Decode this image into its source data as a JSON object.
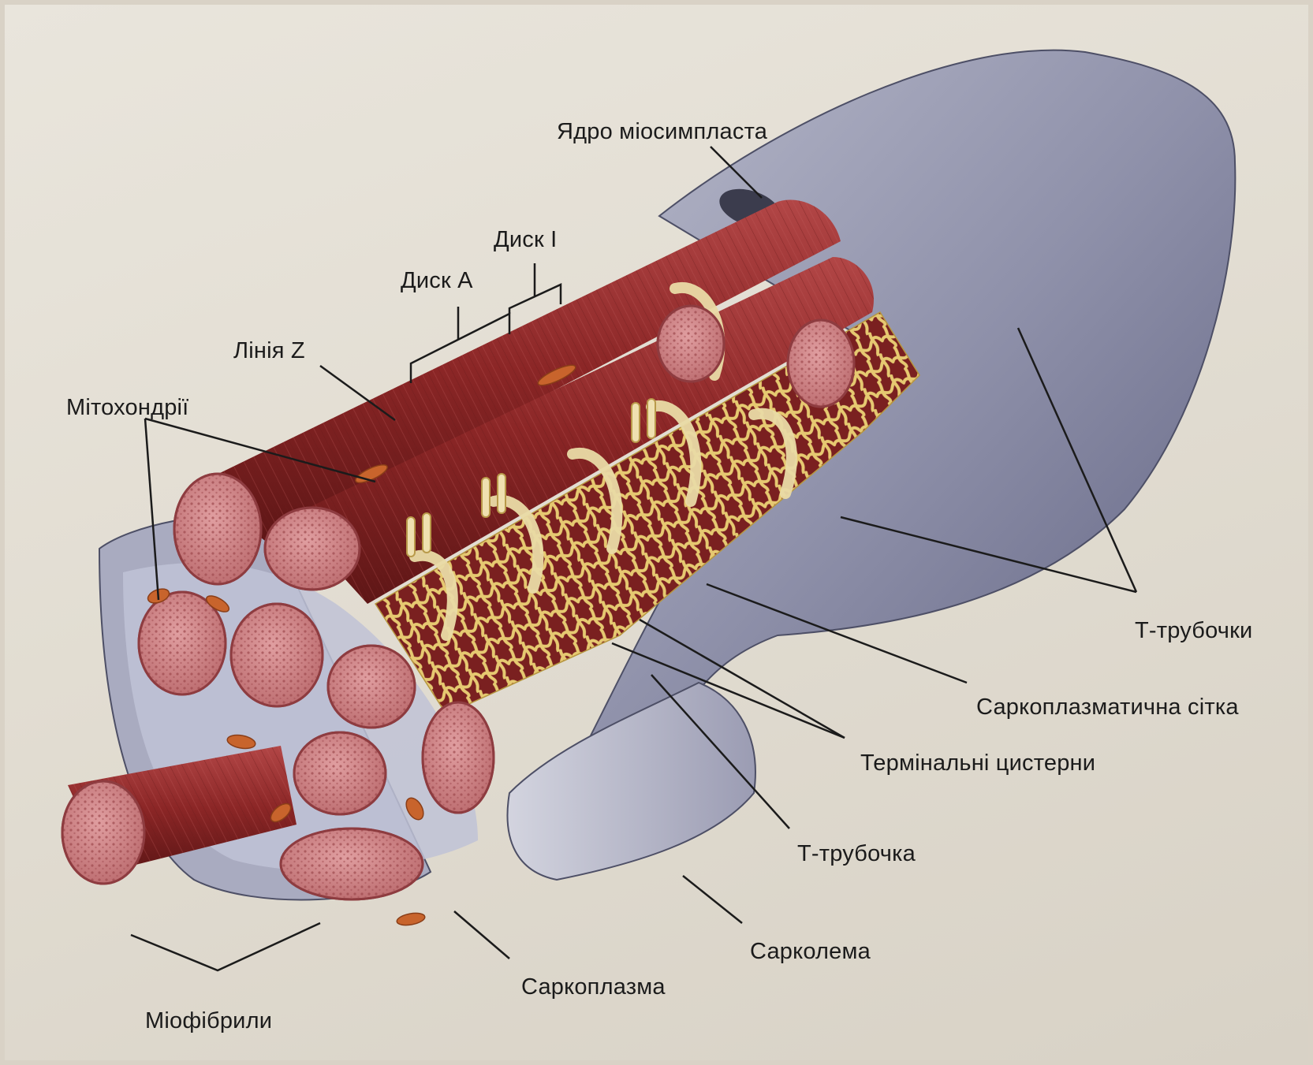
{
  "labels": {
    "nucleus": "Ядро міосимпласта",
    "disc_i": "Диск І",
    "disc_a": "Диск А",
    "line_z": "Лінія Z",
    "mitochondria": "Мітохондрії",
    "t_tubules": "Т-трубочки",
    "sarcoplasmic_reticulum": "Саркоплазматична сітка",
    "terminal_cisterns": "Термінальні цистерни",
    "t_tubule": "Т-трубочка",
    "sarcolemma": "Сарколема",
    "sarcoplasm": "Саркоплазма",
    "myofibrils": "Міофібрили"
  },
  "colors": {
    "muscle": "#8a2424",
    "muscle_light": "#a83a3a",
    "section": "#c87a7c",
    "reticulum": "#e2c46a",
    "membrane": "#8c8ea8",
    "mitochondria": "#c8642c"
  }
}
